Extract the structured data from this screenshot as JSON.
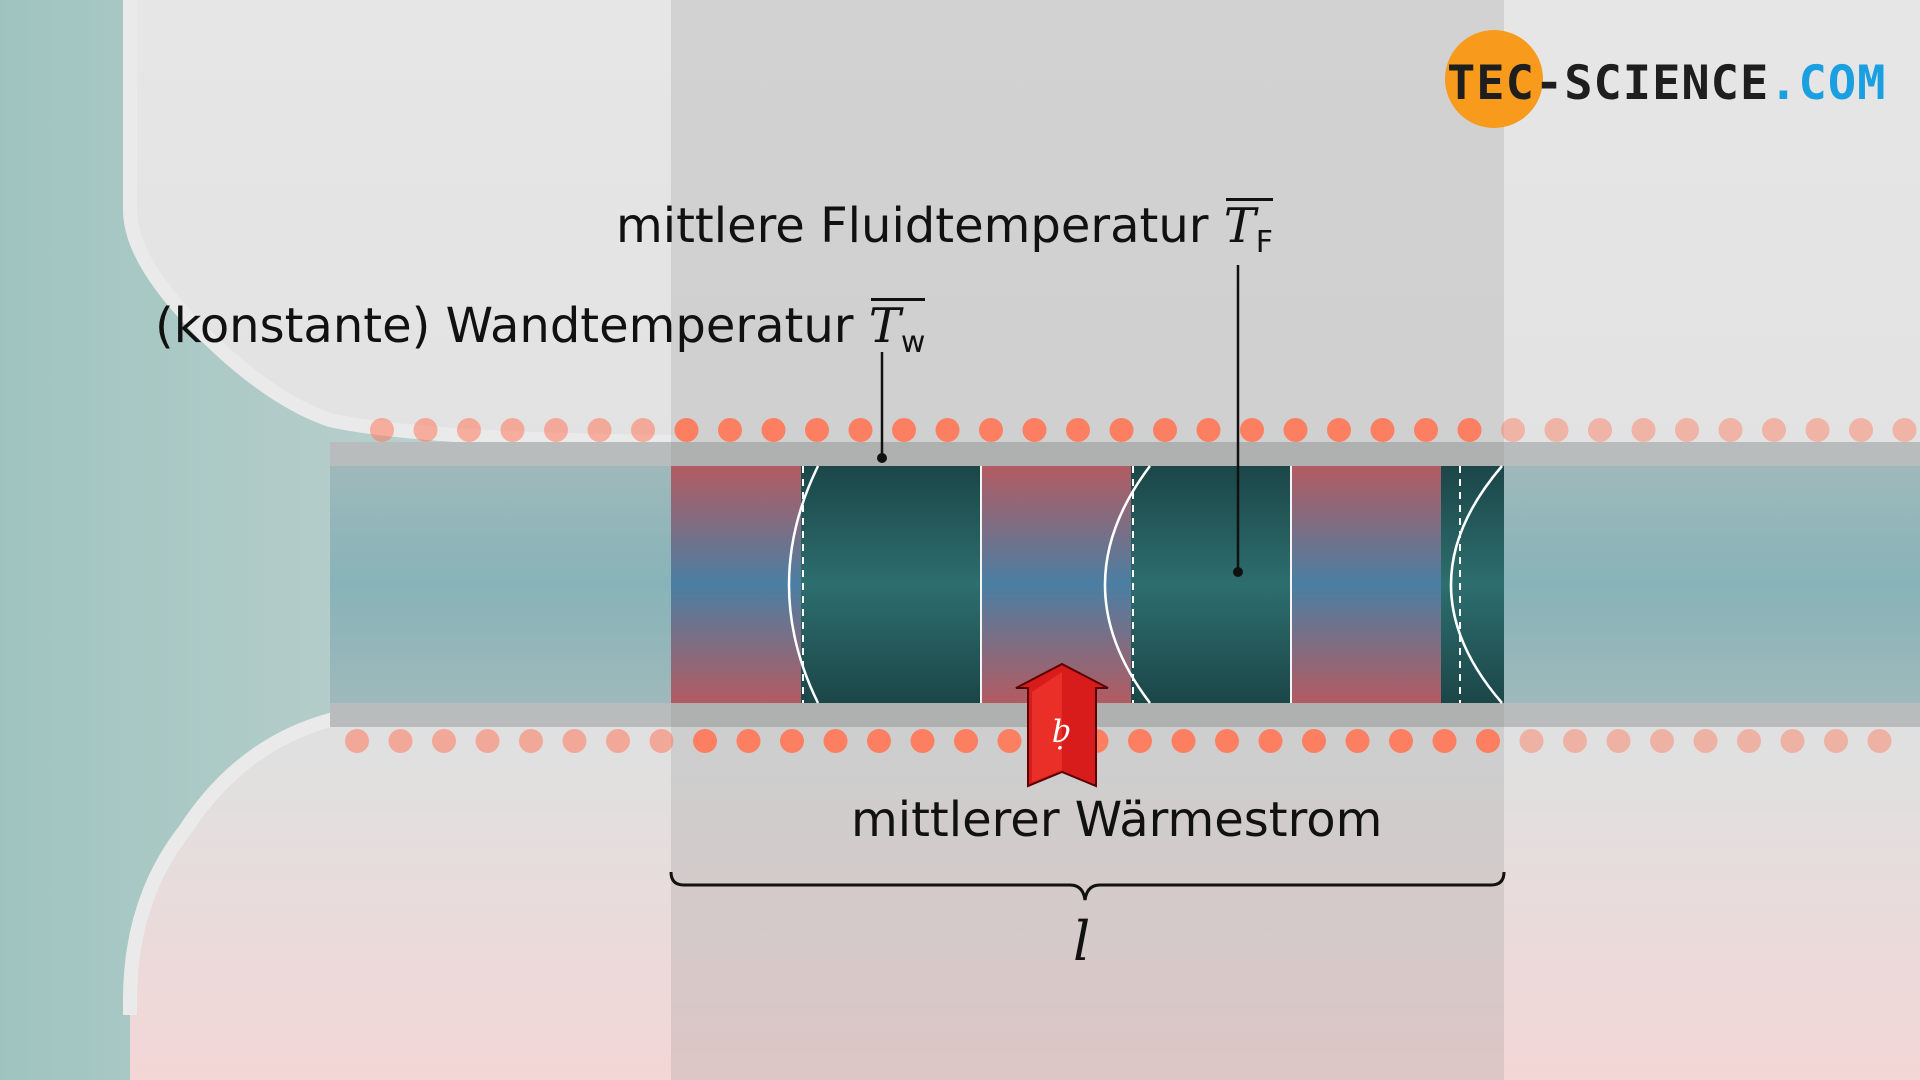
{
  "labels": {
    "fluid_temperature_text": "mittlere Fluidtemperatur",
    "fluid_temperature_symbol": "T",
    "fluid_temperature_subscript": "F",
    "wall_temperature_text": "(konstante) Wandtemperatur",
    "wall_temperature_symbol": "T",
    "wall_temperature_subscript": "w",
    "heat_flow_text": "mittlerer Wärmestrom",
    "heat_flow_symbol": "q̇",
    "length_symbol": "l"
  },
  "logo": {
    "part1": "TEC-",
    "part2": "SCIENCE",
    "part3": ".COM"
  },
  "colors": {
    "accent_orange": "#f89a1c",
    "logo_blue": "#1a9fe0",
    "heater_dots": "#ff7a5c",
    "arrow_red": "#d81b1b",
    "fluid_teal": "#1f5a5a",
    "wall_grey": "#b9bcbc"
  }
}
